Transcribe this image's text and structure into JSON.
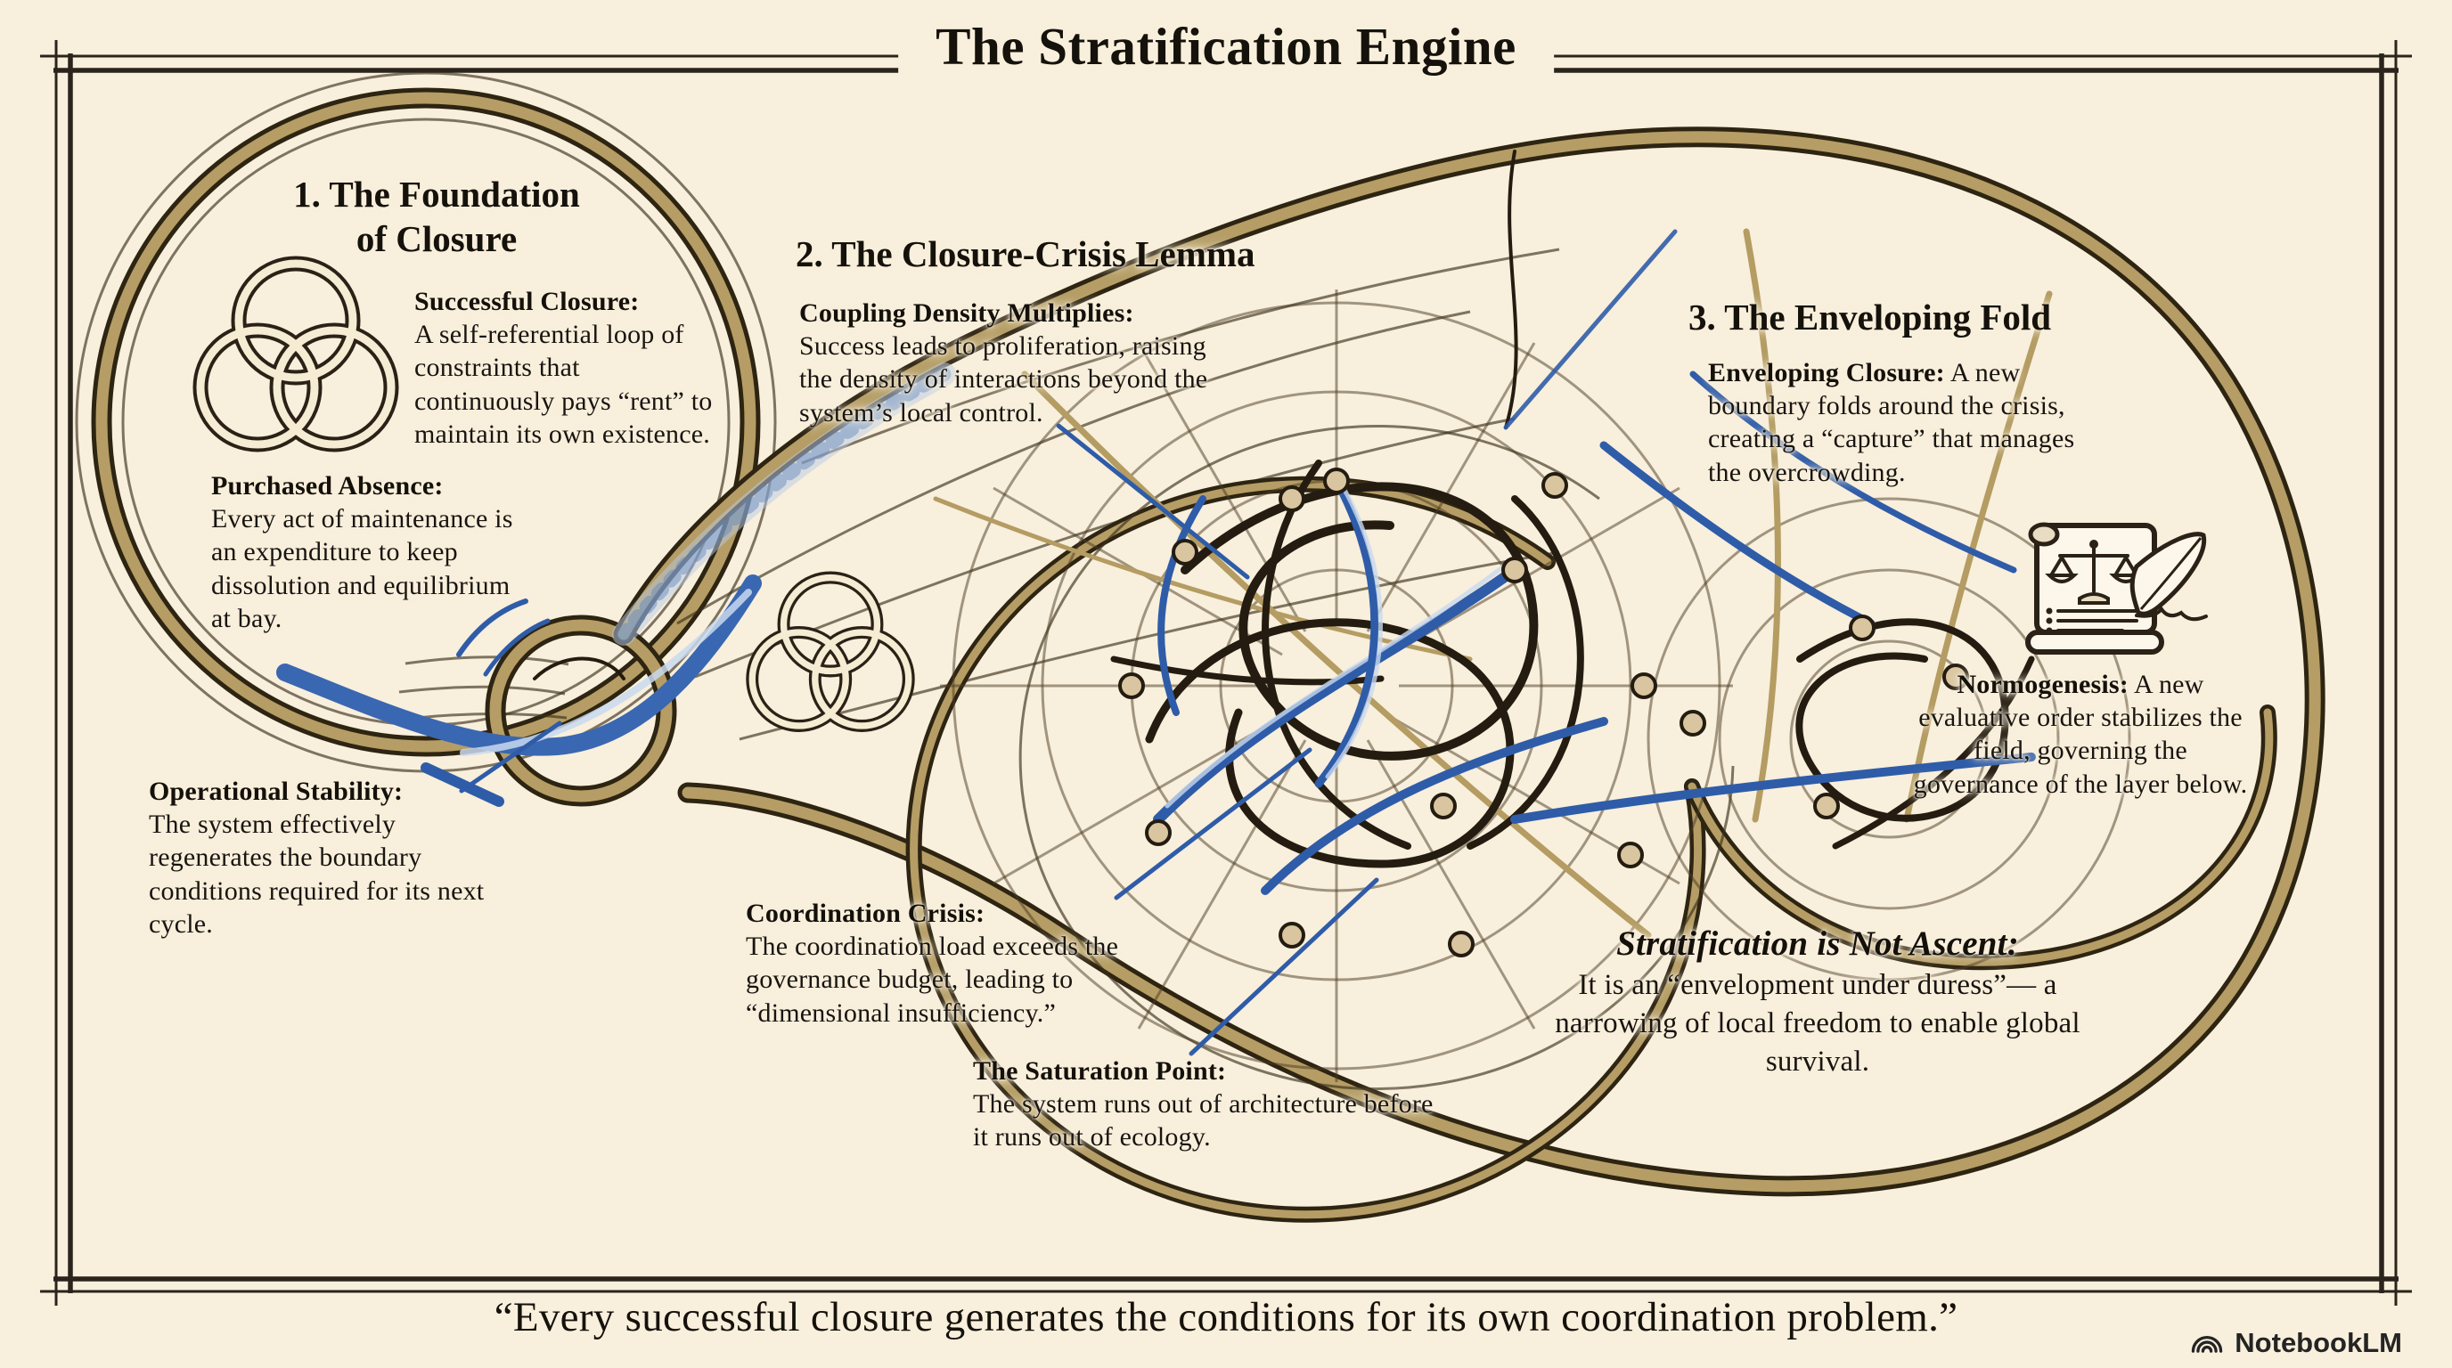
{
  "page": {
    "title": "The Stratification Engine",
    "quote": "“Every successful closure generates the conditions for its own coordination problem.”",
    "brand_label": "NotebookLM"
  },
  "sections": {
    "foundation": {
      "heading": "1. The Foundation\nof Closure"
    },
    "lemma": {
      "heading": "2. The Closure-Crisis Lemma"
    },
    "fold": {
      "heading": "3. The Enveloping Fold"
    }
  },
  "annotations": {
    "successful_closure": {
      "lead": "Successful Closure:",
      "body": "A self-referential loop of constraints that continuously pays “rent” to maintain its own existence."
    },
    "purchased_absence": {
      "lead": "Purchased Absence:",
      "body": "Every act of maintenance is an expenditure to keep dissolution and equilibrium at bay."
    },
    "operational_stability": {
      "lead": "Operational Stability:",
      "body": "The system effectively regenerates the boundary conditions required for its next cycle."
    },
    "coupling_density": {
      "lead": "Coupling Density Multiplies:",
      "body": "Success leads to proliferation, raising the density of interactions beyond the system’s local control."
    },
    "coordination_crisis": {
      "lead": "Coordination Crisis:",
      "body": "The coordination load exceeds the governance budget, leading to “dimensional insufficiency.”"
    },
    "saturation_point": {
      "lead": "The Saturation Point:",
      "body": "The system runs out of architecture before it runs out of ecology."
    },
    "enveloping_closure": {
      "lead": "Enveloping Closure:",
      "body": "A new boundary folds around the crisis, creating a “capture” that manages the overcrowding."
    },
    "normogenesis": {
      "lead": "Normogenesis:",
      "body": "A new evaluative order stabilizes the field, governing the governance of the layer below."
    },
    "stratification": {
      "lead": "Stratification is Not Ascent:",
      "body": "It is an “envelopment under duress”— a narrowing of local freedom to enable global survival."
    }
  },
  "icons": {
    "trefoil_knot": "interlocking-rings-knot",
    "scroll_scales": "scroll-with-balance-scales-and-quill",
    "notebooklm_logo": "nested-arcs-logo"
  },
  "colors": {
    "background": "#f8efdc",
    "ink": "#2b2116",
    "band_tan": "#b59d65",
    "accent_blue": "#2f5ca8",
    "light_blue": "#c9d9ee",
    "node_fill": "#d9c6a0"
  }
}
